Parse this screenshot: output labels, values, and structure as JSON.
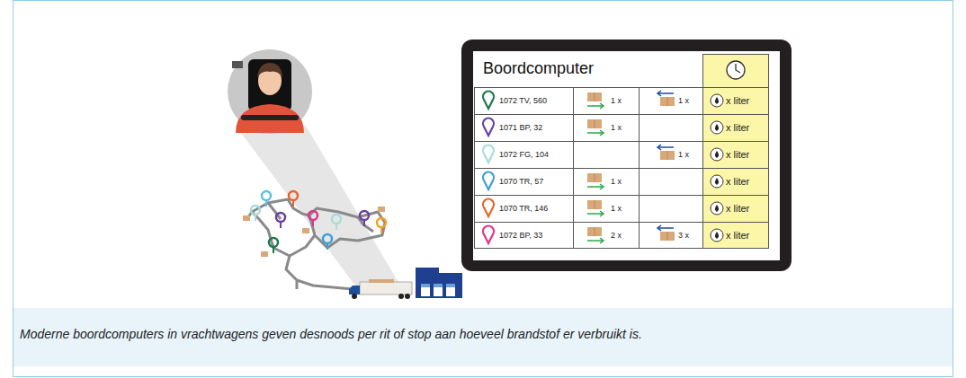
{
  "diagram": {
    "caption": "Moderne boordcomputers in vrachtwagens geven desnoods per rit of stop aan hoeveel brandstof er verbruikt is.",
    "nodes": [
      {
        "text": [
          "Boordcomputer"
        ]
      }
    ],
    "labels": [
      "1072 TV, 560",
      "1 x",
      "1 x",
      "x liter",
      "1071 BP, 32",
      "1 x",
      "x liter",
      "1072 FG, 104",
      "1 x",
      "x liter",
      "1070 TR, 57",
      "1 x",
      "x liter",
      "1070 TR, 146",
      "1 x",
      "x liter",
      "1072 BP, 33",
      "2 x",
      "3 x",
      "x liter"
    ]
  }
}
